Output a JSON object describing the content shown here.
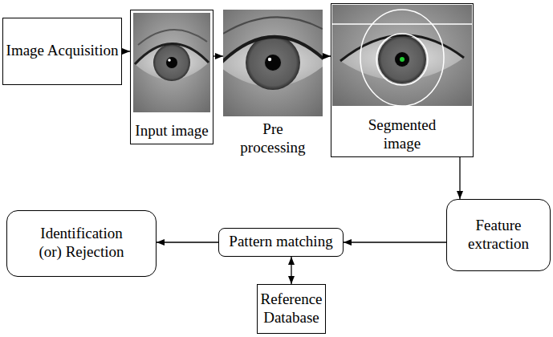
{
  "diagram": {
    "nodes": [
      {
        "text": [
          "Image Acquisition"
        ]
      },
      {
        "text": [
          "Input image"
        ]
      },
      {
        "text": [
          "Pre processing"
        ]
      },
      {
        "text": [
          "Segmented image"
        ]
      },
      {
        "text": [
          "Feature extraction"
        ]
      },
      {
        "text": [
          "Pattern matching"
        ]
      },
      {
        "text": [
          "Identification (or) Rejection"
        ]
      },
      {
        "text": [
          "Reference Database"
        ]
      }
    ],
    "edges": [
      {
        "from": 0,
        "to": 1,
        "arrow": "to"
      },
      {
        "from": 1,
        "to": 2,
        "arrow": "to"
      },
      {
        "from": 2,
        "to": 3,
        "arrow": "to"
      },
      {
        "from": 3,
        "to": 4,
        "arrow": "to"
      },
      {
        "from": 4,
        "to": 5,
        "arrow": "to"
      },
      {
        "from": 5,
        "to": 6,
        "arrow": "to"
      },
      {
        "from": 5,
        "to": 7,
        "arrow": "both"
      }
    ]
  }
}
